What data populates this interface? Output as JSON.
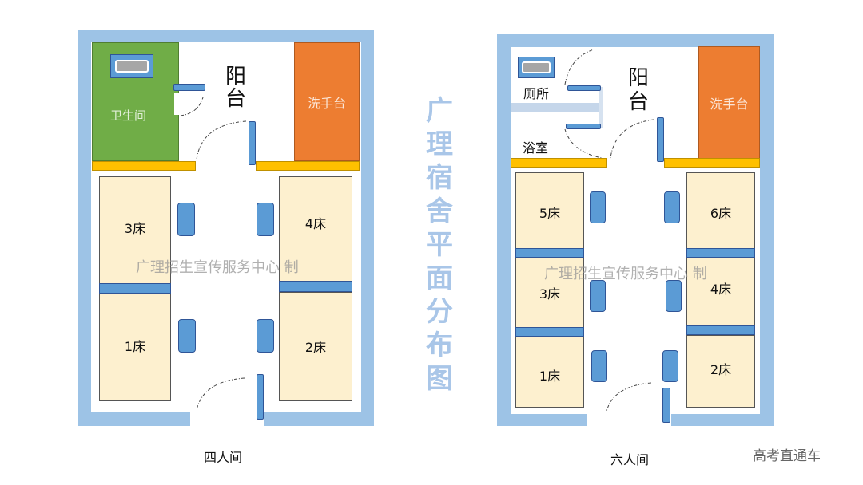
{
  "title": {
    "vertical_text": [
      "广",
      "理",
      "宿",
      "舍",
      "平",
      "面",
      "分",
      "布",
      "图"
    ],
    "full": "广理宿舍平面分布图",
    "color": "#a9c6e8"
  },
  "watermark": "广理招生宣传服务中心  制",
  "brand": "高考直通车",
  "four_room": {
    "caption": "四人间",
    "toilet_label": "卫生间",
    "balcony_label": [
      "阳",
      "台"
    ],
    "sink_label": "洗手台",
    "beds": [
      "3床",
      "4床",
      "1床",
      "2床"
    ]
  },
  "six_room": {
    "caption": "六人间",
    "toilet_label": "厕所",
    "bath_label": "浴室",
    "balcony_label": [
      "阳",
      "台"
    ],
    "sink_label": "洗手台",
    "beds": [
      "5床",
      "6床",
      "3床",
      "4床",
      "1床",
      "2床"
    ]
  },
  "colors": {
    "wall": "#9dc3e6",
    "bed": "#fdf0cf",
    "furniture": "#5b9bd5",
    "bathroom": "#70ad47",
    "sink": "#ed7d31",
    "ledge": "#ffc000"
  }
}
